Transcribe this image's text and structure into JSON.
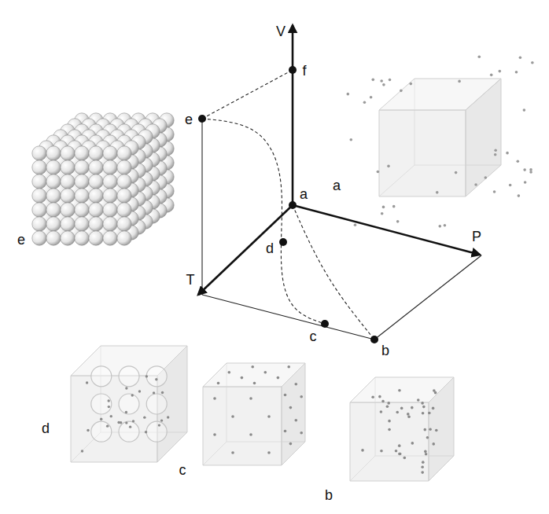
{
  "diagram": {
    "labels": [
      "V",
      "f",
      "e",
      "a",
      "a",
      "P",
      "e",
      "d",
      "T",
      "c",
      "b",
      "d",
      "c",
      "b"
    ]
  }
}
